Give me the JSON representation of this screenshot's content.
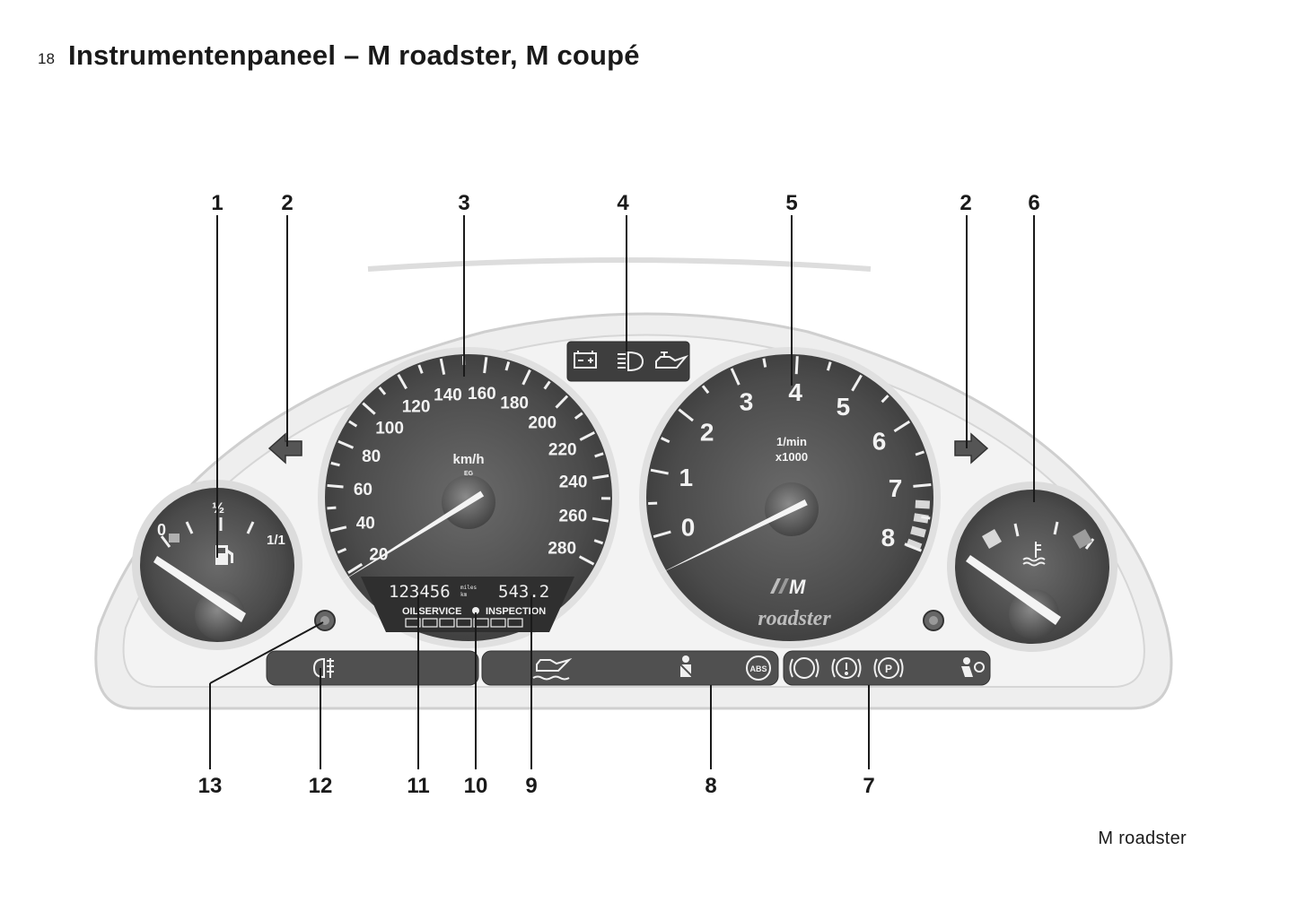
{
  "page": {
    "number": "18",
    "title": "Instrumentenpaneel – M roadster, M coupé",
    "caption": "M roadster"
  },
  "callouts_top": [
    "1",
    "2",
    "3",
    "4",
    "5",
    "2",
    "6"
  ],
  "callouts_bottom": [
    "13",
    "12",
    "11",
    "10",
    "9",
    "8",
    "7"
  ],
  "fuel_gauge": {
    "labels": [
      "0",
      "½",
      "1/1"
    ],
    "level": 0.0
  },
  "speedometer": {
    "unit": "km/h",
    "sub_unit": "EG",
    "scale": [
      "20",
      "40",
      "60",
      "80",
      "100",
      "120",
      "140",
      "160",
      "180",
      "200",
      "220",
      "240",
      "260",
      "280"
    ],
    "min": 20,
    "max": 280,
    "value": 20
  },
  "tachometer": {
    "unit": "1/min",
    "multiplier": "x1000",
    "scale": [
      "0",
      "1",
      "2",
      "3",
      "4",
      "5",
      "6",
      "7",
      "8"
    ],
    "value": 0,
    "brand_badge": "M",
    "model_script": "roadster"
  },
  "display": {
    "odometer": "123456",
    "odometer_unit_top": "miles",
    "odometer_unit_bottom": "km",
    "trip": "543.2",
    "service_left": "OILSERVICE",
    "service_right": "INSPECTION"
  },
  "colors": {
    "ink": "#1a1a1a",
    "dial_face": "#4e4e4e",
    "bezel": "#e6e6e6",
    "needle": "#f4f4f4",
    "warning_red_zone": "#d8d8d8"
  },
  "icons": [
    "battery-icon",
    "headlight-icon",
    "oil-can-icon",
    "fuel-pump-icon",
    "coolant-temperature-icon",
    "rear-fog-light-icon",
    "engine-oil-level-icon",
    "seatbelt-icon",
    "abs-icon",
    "brake-pad-wear-icon",
    "brake-warning-icon",
    "parking-brake-icon",
    "airbag-icon",
    "turn-signal-left-icon",
    "turn-signal-right-icon",
    "trip-reset-button-icon"
  ]
}
